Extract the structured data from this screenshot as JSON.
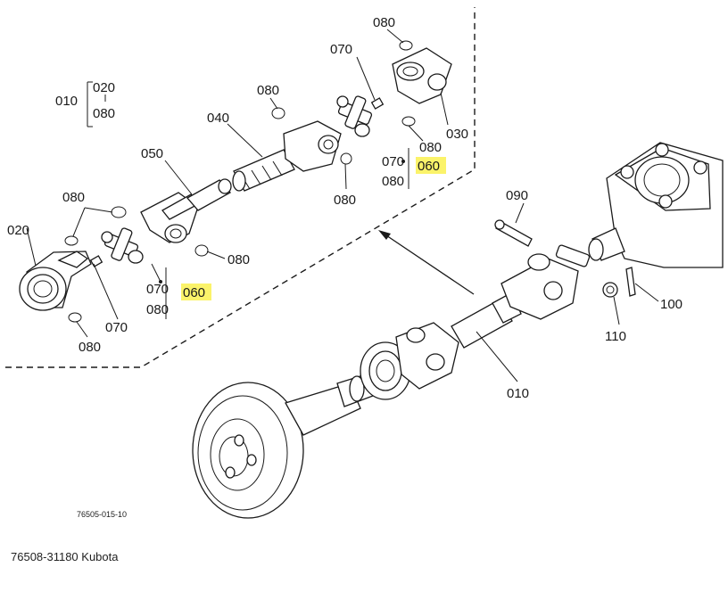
{
  "drawing_number": "76505-015-10",
  "caption": "76508-31180 Kubota",
  "highlight_color": "#fbf36a",
  "callouts": {
    "c010_ref": "010",
    "c020_ref": "020",
    "c080_ref": "080",
    "c080_a": "080",
    "c070_a": "070",
    "c040": "040",
    "c080_b": "080",
    "c030": "030",
    "c080_c": "080",
    "c070_b": "070",
    "c060_a": "060",
    "c080_d": "080",
    "c080_e": "080",
    "c050": "050",
    "c080_f": "080",
    "c020": "020",
    "c080_g": "080",
    "c070_c": "070",
    "c060_b": "060",
    "c080_h": "080",
    "c070_d": "070",
    "c080_i": "080",
    "c090": "090",
    "c100": "100",
    "c110": "110",
    "c010": "010"
  }
}
